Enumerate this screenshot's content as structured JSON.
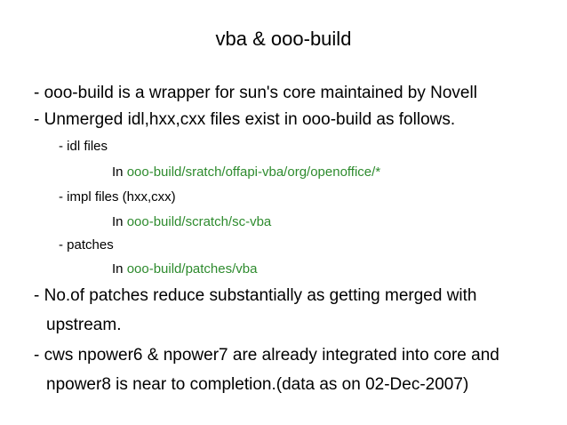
{
  "slide": {
    "title": "vba & ooo-build",
    "bullets": {
      "b1": "- ooo-build is a wrapper for sun's core maintained by Novell",
      "b2": "- Unmerged idl,hxx,cxx files exist in ooo-build as follows.",
      "sub1_label": "- idl files",
      "sub1_in": "In ",
      "sub1_path": "ooo-build/sratch/offapi-vba/org/openoffice/*",
      "sub2_label": "- impl files (hxx,cxx)",
      "sub2_in": "In ",
      "sub2_path": "ooo-build/scratch/sc-vba",
      "sub3_label": "- patches",
      "sub3_in": "In ",
      "sub3_path": "ooo-build/patches/vba",
      "b3_line1": "- No.of patches reduce substantially as getting merged with",
      "b3_line2": "upstream.",
      "b4_line1": "- cws npower6 & npower7 are already integrated into core and",
      "b4_line2": "npower8 is near to completion.(data as on 02-Dec-2007)"
    },
    "colors": {
      "path": "#2e8b2e",
      "text": "#000000",
      "background": "#ffffff"
    }
  }
}
